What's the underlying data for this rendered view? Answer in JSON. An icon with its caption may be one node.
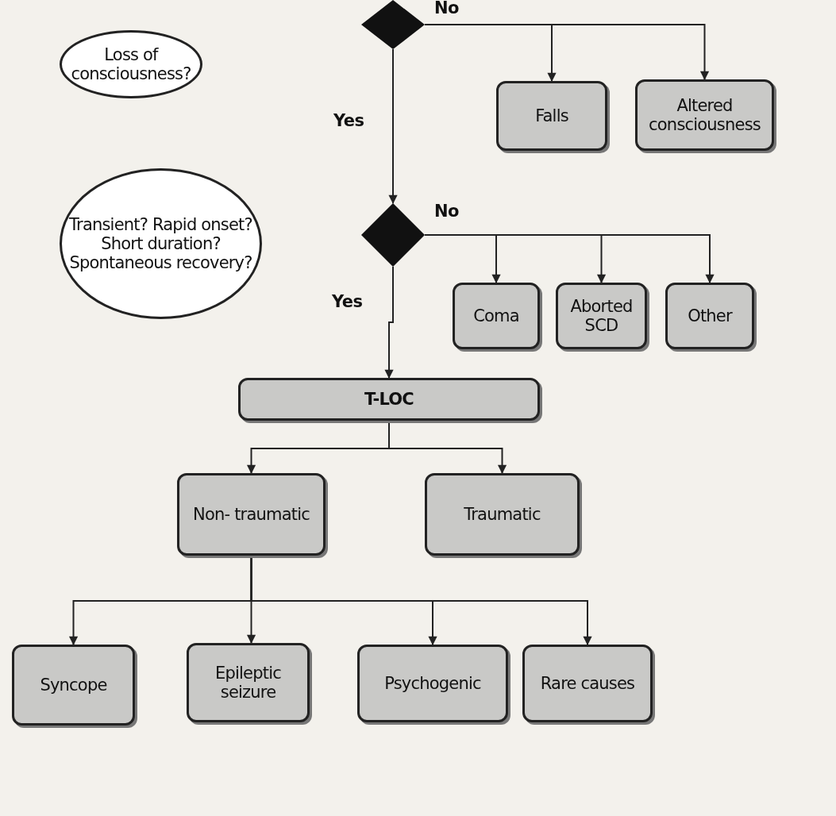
{
  "diagram": {
    "nodes": [
      {
        "text": [
          "Loss of consciousness?"
        ]
      },
      {
        "text": [],
        "shape": "diamond"
      },
      {
        "text": [
          "Falls"
        ]
      },
      {
        "text": [
          "Altered consciousness"
        ]
      },
      {
        "text": [
          "Transient? Rapid onset? Short duration? Spontaneous recovery?"
        ]
      },
      {
        "text": [],
        "shape": "diamond"
      },
      {
        "text": [
          "Coma"
        ]
      },
      {
        "text": [
          "Aborted SCD"
        ]
      },
      {
        "text": [
          "Other"
        ]
      },
      {
        "text": [
          "T-LOC"
        ]
      },
      {
        "text": [
          "Non- traumatic"
        ]
      },
      {
        "text": [
          "Traumatic"
        ]
      },
      {
        "text": [
          "Syncope"
        ]
      },
      {
        "text": [
          "Epileptic seizure"
        ]
      },
      {
        "text": [
          "Psychogenic"
        ]
      },
      {
        "text": [
          "Rare causes"
        ]
      }
    ],
    "edges": [
      {
        "from": 1,
        "to": 2,
        "arrow": "to",
        "label": "No"
      },
      {
        "from": 1,
        "to": 3,
        "arrow": "to"
      },
      {
        "from": 1,
        "to": 5,
        "arrow": "to",
        "label": "Yes"
      },
      {
        "from": 5,
        "to": 6,
        "arrow": "to",
        "label": "No"
      },
      {
        "from": 5,
        "to": 7,
        "arrow": "to"
      },
      {
        "from": 5,
        "to": 8,
        "arrow": "to"
      },
      {
        "from": 5,
        "to": 9,
        "arrow": "to",
        "label": "Yes"
      },
      {
        "from": 9,
        "to": 10,
        "arrow": "to"
      },
      {
        "from": 9,
        "to": 11,
        "arrow": "to"
      },
      {
        "from": 10,
        "to": 12,
        "arrow": "to"
      },
      {
        "from": 10,
        "to": 13,
        "arrow": "to"
      },
      {
        "from": 10,
        "to": 14,
        "arrow": "to"
      },
      {
        "from": 10,
        "to": 15,
        "arrow": "to"
      }
    ]
  }
}
